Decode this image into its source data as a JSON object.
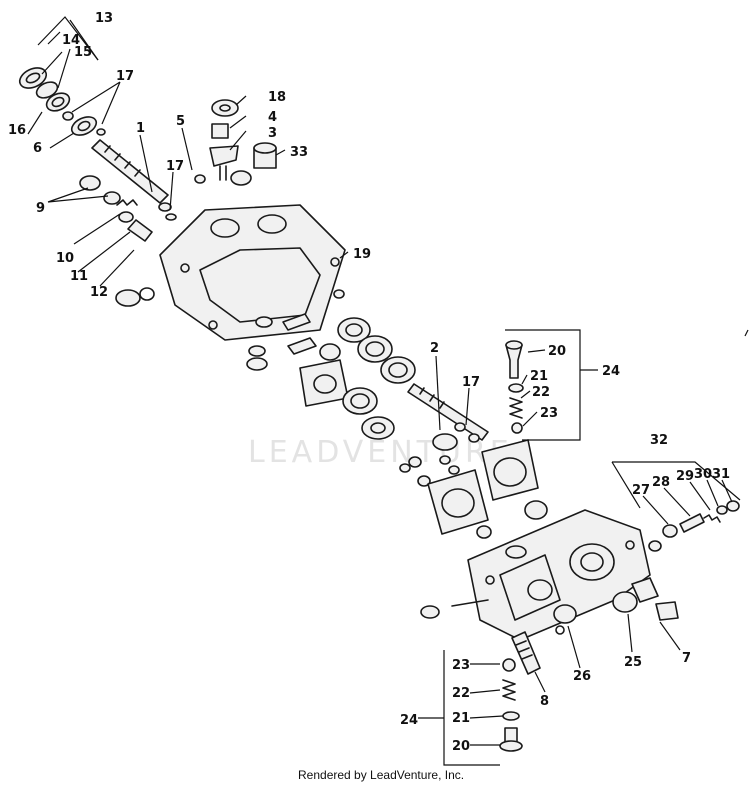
{
  "callouts": {
    "c1": "1",
    "c2": "2",
    "c3": "3",
    "c4": "4",
    "c5": "5",
    "c6": "6",
    "c7": "7",
    "c8": "8",
    "c9": "9",
    "c10": "10",
    "c11": "11",
    "c12": "12",
    "c13": "13",
    "c14": "14",
    "c15": "15",
    "c16": "16",
    "c17a": "17",
    "c17b": "17",
    "c17c": "17",
    "c18": "18",
    "c19": "19",
    "c20a": "20",
    "c20b": "20",
    "c21a": "21",
    "c21b": "21",
    "c22a": "22",
    "c22b": "22",
    "c23a": "23",
    "c23b": "23",
    "c24a": "24",
    "c24b": "24",
    "c25": "25",
    "c26": "26",
    "c27": "27",
    "c28": "28",
    "c29": "29",
    "c30": "30",
    "c31": "31",
    "c32": "32",
    "c33": "33"
  },
  "watermark": "LEADVENTURE",
  "footer": {
    "credit": "Rendered by LeadVenture, Inc."
  }
}
